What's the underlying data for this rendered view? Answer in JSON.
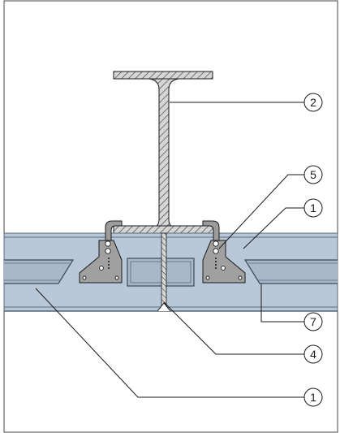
{
  "diagram": {
    "callouts": [
      {
        "id": "c2",
        "label": "2"
      },
      {
        "id": "c5",
        "label": "5"
      },
      {
        "id": "c1a",
        "label": "1"
      },
      {
        "id": "c7",
        "label": "7"
      },
      {
        "id": "c4",
        "label": "4"
      },
      {
        "id": "c1b",
        "label": "1"
      }
    ],
    "colors": {
      "panel_fill": "#b9c8d8",
      "panel_stroke": "#5a6a7a",
      "steel_fill": "#b8b8b8",
      "clip_fill": "#9c9c9c",
      "line": "#1a1a1a",
      "hatch": "#333333"
    }
  }
}
